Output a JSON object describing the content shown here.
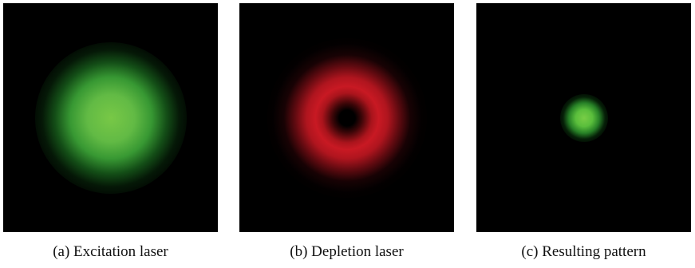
{
  "panels": [
    {
      "caption": "(a)  Excitation laser",
      "color": "#78c846"
    },
    {
      "caption": "(b)  Depletion laser",
      "color": "#c8191f"
    },
    {
      "caption": "(c)  Resulting pattern",
      "color": "#78cd46"
    }
  ]
}
